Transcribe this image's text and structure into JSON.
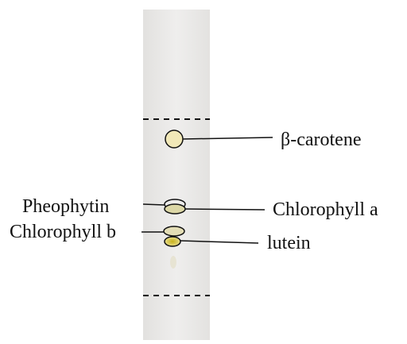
{
  "figure": {
    "labels": {
      "beta_carotene": "β-carotene",
      "chlorophyll_a": "Chlorophyll a",
      "lutein": "lutein",
      "pheophytin": "Pheophytin",
      "chlorophyll_b": "Chlorophyll b"
    },
    "colors": {
      "paper": "#ecebea",
      "paper_edge": "#dcdad8",
      "ink": "#111111",
      "beta_carotene_spot": "#f1e8b8",
      "chlorophyll_a_spot": "#dcd7a6",
      "chlorophyll_b_spot": "#e3ddb5",
      "lutein_spot": "#d8c64a"
    }
  }
}
